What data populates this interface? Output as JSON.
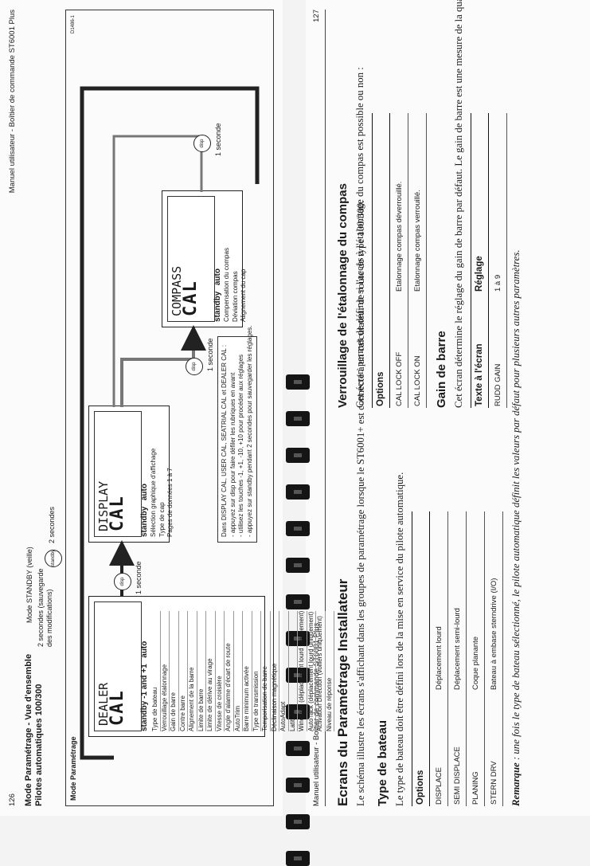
{
  "right_page": {
    "header": "Manuel utilisateur - Boîtier de commande ST6001 Plus",
    "page_number": "127",
    "section_title": "Ecrans du Paramétrage Installateur",
    "intro": "Le schéma illustre les écrans s'affichant dans les groupes de paramétrage lorsque le ST6001+ est connecté à un calculateur de route de type 100/300.",
    "boat_type": {
      "heading": "Type de bateau",
      "text": "Le type de bateau doit être défini lors de la mise en service du pilote automatique.",
      "options_header": "Options",
      "options": [
        {
          "option": "DISPLACE",
          "desc": "Déplacement lourd"
        },
        {
          "option": "SEMI DISPLACE",
          "desc": "Déplacement semi-lourd"
        },
        {
          "option": "PLANING",
          "desc": "Coque planante"
        },
        {
          "option": "STERN DRV",
          "desc": "Bateau à embase sterndrive (I/O)"
        }
      ],
      "note_label": "Remarque",
      "note": " : une fois le type de bateau sélectionné, le pilote automatique définit les valeurs par défaut pour plusieurs autres paramètres."
    },
    "compass_lock": {
      "heading": "Verrouillage de l'étalonnage du compas",
      "text": "Cet écran permet de définir si l'accès à l'étalonnage du compas est possible ou non :",
      "options_header": "Options",
      "options": [
        {
          "option": "CAL LOCK OFF",
          "desc": "Etalonnage compas déverrouillé."
        },
        {
          "option": "CAL LOCK ON",
          "desc": "Etalonnage compas verrouillé."
        }
      ]
    },
    "rudder_gain": {
      "heading": "Gain de barre",
      "text": "Cet écran détermine le réglage du gain de barre par défaut. Le gain de barre est une mesure de la quantité de barre que le pilote automatique applique pour corriger les erreurs de cap. Plus le réglage est élevé, plus la quantité de barre appliquée est élevée. Vous devez régler ce paramètre lors de la mise en service du pilote automatique. Vous pouvez procéder à des modifications temporaires du gain de barre en cours d'utilisation normale.",
      "col1": "Texte à l'écran",
      "col2": "Réglage",
      "row_text": "RUDD GAIN",
      "row_value": "1 à 9"
    }
  },
  "left_page": {
    "header": "Manuel utilisateur - Boîtier de commande ST6001 Plus",
    "page_number": "126",
    "title_line1": "Mode Paramétrage - Vue d'ensemble",
    "title_line2": "Pilotes automatiques 100/300",
    "standby_mode": "Mode STANDBY (veille)",
    "two_seconds": "2 secondes",
    "save_note": "2 secondes (sauvegarde des modifications)",
    "frame_label": "Mode Paramétrage",
    "one_second": "1 seconde",
    "btn_standby": "standby",
    "btn_disp": "disp",
    "screens": {
      "display": {
        "line1": "DISPLAY",
        "line2": "CAL",
        "keys_left": "standby",
        "keys_right": "auto",
        "items": [
          "Sélection graphique d'affichage",
          "Type de cap",
          "Pages de données 1 à 7"
        ]
      },
      "compass": {
        "line1": "COMPASS",
        "line2": "CAL",
        "keys_left": "standby",
        "keys_right": "auto",
        "items": [
          "Compensation du compas",
          "Déviation compas",
          "Alignement du cap"
        ]
      },
      "dealer": {
        "line1": "DEALER",
        "line2": "CAL",
        "keys_left": "standby -1 and +1",
        "keys_right": "auto",
        "items": [
          "Type de bateau",
          "Verrouillage étalonnage",
          "Gain de barre",
          "Contre barre",
          "Alignement de la barre",
          "Limite de barre",
          "Limite de dérive au virage",
          "Vitesse de croisière",
          "Angle d'alarme d'écart de route",
          "AutoTrim",
          "Barre minimum activée",
          "Type de transmission",
          "Temporisation de barre",
          "Déclinaison magnétique",
          "AutoAdapt",
          "Latitude",
          "WindTrim (déplacement lourd uniquement)",
          "AutoTack (déplacement lourd uniquement)",
          "Activation Direction (voiliers uniquement)",
          "Niveau de réponse"
        ]
      }
    },
    "instructions": [
      "Dans DISPLAY CAL, USER CAL, SEATRIAL CAL et DEALER CAL :",
      "- appuyez sur disp pour faire défiler les rubriques en avant",
      "- utilisez les touches -1, +1, -10, +10 pour procéder aux réglages",
      "- appuyez sur standby pendant 2 secondes pour sauvegarder les réglages."
    ],
    "figure_code": "D1486-1"
  }
}
